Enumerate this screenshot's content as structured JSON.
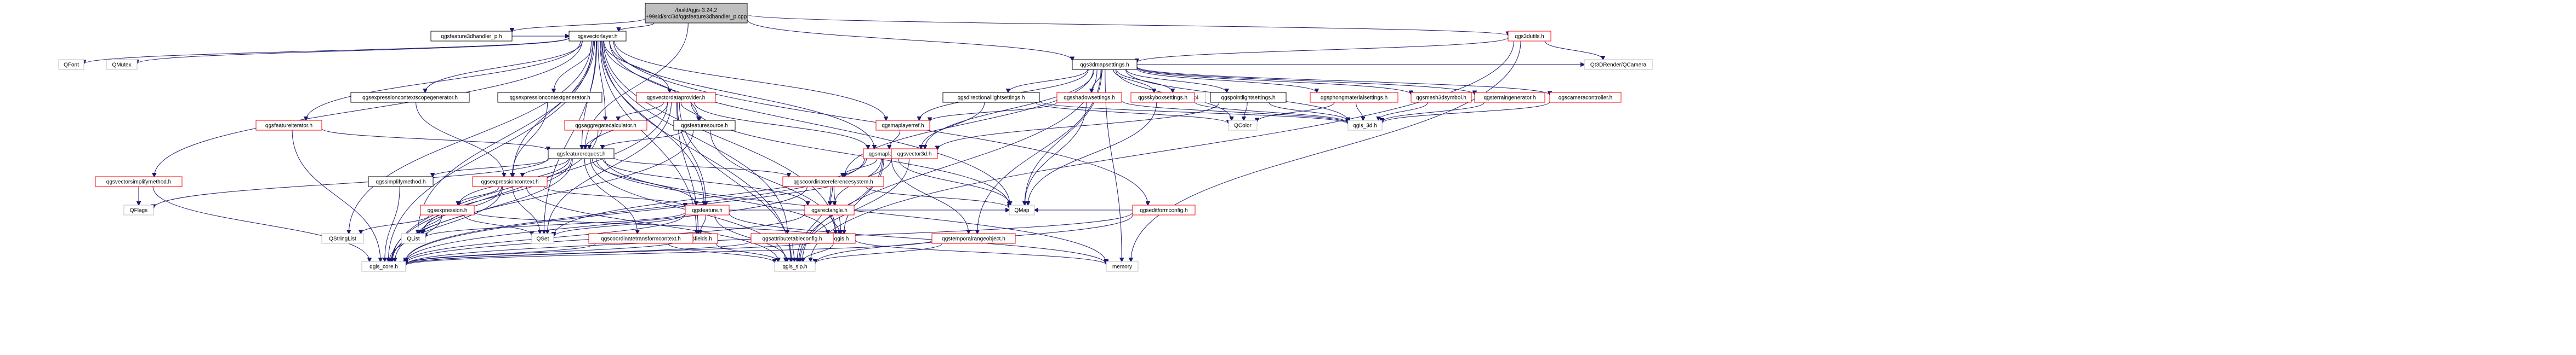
{
  "diagram": {
    "type": "include-dependency-graph",
    "style": {
      "edge_color": "#191970",
      "node_fill": "#ffffff",
      "root_fill": "#bfbfbf",
      "border_black": "#000000",
      "border_red": "#ff0000",
      "border_gray": "#bfbfbf",
      "text_color": "#000000"
    },
    "nodes": [
      {
        "id": "root",
        "lines": [
          "/build/qgis-3.24.2",
          "+99sid/src/3d/qgsfeature3dhandler_p.cpp"
        ],
        "kind": "root"
      },
      {
        "id": "qgsfeature3dhandler_p",
        "lines": [
          "qgsfeature3dhandler_p.h"
        ],
        "kind": "black"
      },
      {
        "id": "qgsvectorlayer",
        "lines": [
          "qgsvectorlayer.h"
        ],
        "kind": "black"
      },
      {
        "id": "qgs3dutils",
        "lines": [
          "qgs3dutils.h"
        ],
        "kind": "red"
      },
      {
        "id": "qgs3dmapsettings",
        "lines": [
          "qgs3dmapsettings.h"
        ],
        "kind": "black"
      },
      {
        "id": "qgsfeaturerequest",
        "lines": [
          "qgsfeaturerequest.h"
        ],
        "kind": "black"
      },
      {
        "id": "qgsvectordataprovider",
        "lines": [
          "qgsvectordataprovider.h"
        ],
        "kind": "red"
      },
      {
        "id": "qt3drender_qcamera",
        "lines": [
          "Qt3DRender/QCamera"
        ],
        "kind": "gray"
      },
      {
        "id": "qlist",
        "lines": [
          "QList"
        ],
        "kind": "gray"
      },
      {
        "id": "qstringlist",
        "lines": [
          "QStringList"
        ],
        "kind": "gray"
      },
      {
        "id": "qset",
        "lines": [
          "QSet"
        ],
        "kind": "gray"
      },
      {
        "id": "qmap",
        "lines": [
          "QMap"
        ],
        "kind": "gray"
      },
      {
        "id": "qflags",
        "lines": [
          "QFlags"
        ],
        "kind": "gray"
      },
      {
        "id": "qfont",
        "lines": [
          "QFont"
        ],
        "kind": "gray"
      },
      {
        "id": "qmutex",
        "lines": [
          "QMutex"
        ],
        "kind": "gray"
      },
      {
        "id": "qcolor",
        "lines": [
          "QColor"
        ],
        "kind": "gray"
      },
      {
        "id": "qmatrix4x4",
        "lines": [
          "QMatrix4x4"
        ],
        "kind": "gray"
      },
      {
        "id": "memory",
        "lines": [
          "memory"
        ],
        "kind": "gray"
      },
      {
        "id": "qgis_core",
        "lines": [
          "qgis_core.h"
        ],
        "kind": "gray"
      },
      {
        "id": "qgis_sip",
        "lines": [
          "qgis_sip.h"
        ],
        "kind": "gray"
      },
      {
        "id": "qgis_3d",
        "lines": [
          "qgis_3d.h"
        ],
        "kind": "gray"
      },
      {
        "id": "qgis",
        "lines": [
          "qgis.h"
        ],
        "kind": "red"
      },
      {
        "id": "qgsfields",
        "lines": [
          "qgsfields.h"
        ],
        "kind": "red"
      },
      {
        "id": "qgsfeature",
        "lines": [
          "qgsfeature.h"
        ],
        "kind": "red"
      },
      {
        "id": "qgsrectangle",
        "lines": [
          "qgsrectangle.h"
        ],
        "kind": "red"
      },
      {
        "id": "qgsexpression",
        "lines": [
          "qgsexpression.h"
        ],
        "kind": "red"
      },
      {
        "id": "qgsexpressioncontext",
        "lines": [
          "qgsexpressioncontext.h"
        ],
        "kind": "red"
      },
      {
        "id": "qgscoordinatetransformcontext",
        "lines": [
          "qgscoordinatetransformcontext.h"
        ],
        "kind": "red"
      },
      {
        "id": "qgscoordinatereferencesystem",
        "lines": [
          "qgscoordinatereferencesystem.h"
        ],
        "kind": "red"
      },
      {
        "id": "qgssimplifymethod",
        "lines": [
          "qgssimplifymethod.h"
        ],
        "kind": "black"
      },
      {
        "id": "qgsexpressioncontextscopegenerator",
        "lines": [
          "qgsexpressioncontextscopegenerator.h"
        ],
        "kind": "black"
      },
      {
        "id": "qgsexpressioncontextgenerator",
        "lines": [
          "qgsexpressioncontextgenerator.h"
        ],
        "kind": "black"
      },
      {
        "id": "qgsaggregatecalculator",
        "lines": [
          "qgsaggregatecalculator.h"
        ],
        "kind": "red"
      },
      {
        "id": "qgsfeaturesource",
        "lines": [
          "qgsfeaturesource.h"
        ],
        "kind": "black"
      },
      {
        "id": "qgsfeatureiterator",
        "lines": [
          "qgsfeatureiterator.h"
        ],
        "kind": "red"
      },
      {
        "id": "qgsvectorsimplifymethod",
        "lines": [
          "qgsvectorsimplifymethod.h"
        ],
        "kind": "red"
      },
      {
        "id": "qgsmaplayer",
        "lines": [
          "qgsmaplayer.h"
        ],
        "kind": "red"
      },
      {
        "id": "qgsmaplayerref",
        "lines": [
          "qgsmaplayerref.h"
        ],
        "kind": "red"
      },
      {
        "id": "qgsattributetableconfig",
        "lines": [
          "qgsattributetableconfig.h"
        ],
        "kind": "red"
      },
      {
        "id": "qgseditformconfig",
        "lines": [
          "qgseditformconfig.h"
        ],
        "kind": "red"
      },
      {
        "id": "qgstemporalrangeobject",
        "lines": [
          "qgstemporalrangeobject.h"
        ],
        "kind": "red"
      },
      {
        "id": "qgsvector3d",
        "lines": [
          "qgsvector3d.h"
        ],
        "kind": "red"
      },
      {
        "id": "qgsdirectionallightsettings",
        "lines": [
          "qgsdirectionallightsettings.h"
        ],
        "kind": "black"
      },
      {
        "id": "qgsshadowsettings",
        "lines": [
          "qgsshadowsettings.h"
        ],
        "kind": "red"
      },
      {
        "id": "qgsskyboxsettings",
        "lines": [
          "qgsskyboxsettings.h"
        ],
        "kind": "red"
      },
      {
        "id": "qgspointlightsettings",
        "lines": [
          "qgspointlightsettings.h"
        ],
        "kind": "black"
      },
      {
        "id": "qgsphongmaterialsettings",
        "lines": [
          "qgsphongmaterialsettings.h"
        ],
        "kind": "red"
      },
      {
        "id": "qgsmesh3dsymbol",
        "lines": [
          "qgsmesh3dsymbol.h"
        ],
        "kind": "red"
      },
      {
        "id": "qgsterraingenerator",
        "lines": [
          "qgsterraingenerator.h"
        ],
        "kind": "red"
      },
      {
        "id": "qgscameracontroller",
        "lines": [
          "qgscameracontroller.h"
        ],
        "kind": "red"
      }
    ],
    "edges": [
      [
        "root",
        "qgsfeature3dhandler_p"
      ],
      [
        "root",
        "qgsvectorlayer"
      ],
      [
        "root",
        "qgs3dutils"
      ],
      [
        "root",
        "qgs3dmapsettings"
      ],
      [
        "root",
        "qgsfeaturerequest"
      ],
      [
        "qgsfeature3dhandler_p",
        "qgsvectorlayer"
      ],
      [
        "qgs3dutils",
        "qgs3dmapsettings"
      ],
      [
        "qgs3dutils",
        "qt3drender_qcamera"
      ],
      [
        "qgs3dutils",
        "qgis_sip"
      ],
      [
        "qgs3dutils",
        "memory"
      ],
      [
        "qgsvectorlayer",
        "qgis_core"
      ],
      [
        "qgsvectorlayer",
        "qgis_sip"
      ],
      [
        "qgsvectorlayer",
        "qfont"
      ],
      [
        "qgsvectorlayer",
        "qmutex"
      ],
      [
        "qgsvectorlayer",
        "qgsvectorsimplifymethod"
      ],
      [
        "qgsvectorlayer",
        "qgsexpressioncontextscopegenerator"
      ],
      [
        "qgsvectorlayer",
        "qgsexpressioncontextgenerator"
      ],
      [
        "qgsvectorlayer",
        "qgsvectordataprovider"
      ],
      [
        "qgsvectorlayer",
        "qgsfeatureiterator"
      ],
      [
        "qgsvectorlayer",
        "qgsfeaturesource"
      ],
      [
        "qgsvectorlayer",
        "qgsaggregatecalculator"
      ],
      [
        "qgsvectorlayer",
        "qgsfeaturerequest"
      ],
      [
        "qgsvectorlayer",
        "qgsexpressioncontext"
      ],
      [
        "qgsvectorlayer",
        "qgsmaplayer"
      ],
      [
        "qgsvectorlayer",
        "qgsfeature"
      ],
      [
        "qgsvectorlayer",
        "qgsfields"
      ],
      [
        "qgsvectorlayer",
        "qgsattributetableconfig"
      ],
      [
        "qgsvectorlayer",
        "qgseditformconfig"
      ],
      [
        "qgsvectorlayer",
        "qmap"
      ],
      [
        "qgsvectorlayer",
        "qset"
      ],
      [
        "qgsvectorlayer",
        "qlist"
      ],
      [
        "qgsvectorlayer",
        "qstringlist"
      ],
      [
        "qgsvectorlayer",
        "qgis"
      ],
      [
        "qgsvectorlayer",
        "qgsmaplayerref"
      ],
      [
        "qgsvectordataprovider",
        "qgis_core"
      ],
      [
        "qgsvectordataprovider",
        "qset"
      ],
      [
        "qgsvectordataprovider",
        "qmap"
      ],
      [
        "qgsvectordataprovider",
        "qgsfeaturesource"
      ],
      [
        "qgsvectordataprovider",
        "qgsaggregatecalculator"
      ],
      [
        "qgsvectordataprovider",
        "qgsfeaturerequest"
      ],
      [
        "qgsvectordataprovider",
        "qgsfeature"
      ],
      [
        "qgsvectordataprovider",
        "qgsfields"
      ],
      [
        "qgsvectordataprovider",
        "qgis_sip"
      ],
      [
        "qgsvectordataprovider",
        "qgsmaplayer"
      ],
      [
        "qgsfeatureiterator",
        "qgsfeaturerequest"
      ],
      [
        "qgsfeatureiterator",
        "qgis_core"
      ],
      [
        "qgsfeaturesource",
        "qgis_core"
      ],
      [
        "qgsfeaturesource",
        "qgsfeaturerequest"
      ],
      [
        "qgsfeaturesource",
        "qgis"
      ],
      [
        "qgsaggregatecalculator",
        "qgsfeaturerequest"
      ],
      [
        "qgsaggregatecalculator",
        "qgis_core"
      ],
      [
        "qgsexpressioncontextscopegenerator",
        "qgsexpressioncontext"
      ],
      [
        "qgsexpressioncontextgenerator",
        "qgsexpressioncontext"
      ],
      [
        "qgsvectorsimplifymethod",
        "qflags"
      ],
      [
        "qgsvectorsimplifymethod",
        "qgis_core"
      ],
      [
        "qgsfeaturerequest",
        "qgis_core"
      ],
      [
        "qgsfeaturerequest",
        "qgis_sip"
      ],
      [
        "qgsfeaturerequest",
        "qflags"
      ],
      [
        "qgsfeaturerequest",
        "qlist"
      ],
      [
        "qgsfeaturerequest",
        "memory"
      ],
      [
        "qgsfeaturerequest",
        "qgsfeature"
      ],
      [
        "qgsfeaturerequest",
        "qgsrectangle"
      ],
      [
        "qgsfeaturerequest",
        "qgsexpression"
      ],
      [
        "qgsfeaturerequest",
        "qgsexpressioncontext"
      ],
      [
        "qgsfeaturerequest",
        "qgssimplifymethod"
      ],
      [
        "qgsfeaturerequest",
        "qgscoordinatetransformcontext"
      ],
      [
        "qgsfeaturerequest",
        "qgscoordinatereferencesystem"
      ],
      [
        "qgsfeaturerequest",
        "qgis"
      ],
      [
        "qgssimplifymethod",
        "qgis_core"
      ],
      [
        "qgsexpressioncontext",
        "qgis_core"
      ],
      [
        "qgsexpressioncontext",
        "qgsexpression"
      ],
      [
        "qgsexpressioncontext",
        "qgsfeature"
      ],
      [
        "qgsexpressioncontext",
        "qset"
      ],
      [
        "qgsexpressioncontext",
        "qlist"
      ],
      [
        "qgsexpressioncontext",
        "qgis_sip"
      ],
      [
        "qgsexpression",
        "qgis_core"
      ],
      [
        "qgsexpression",
        "qset"
      ],
      [
        "qgsexpression",
        "qlist"
      ],
      [
        "qgsexpression",
        "qstringlist"
      ],
      [
        "qgsexpression",
        "qgis"
      ],
      [
        "qgsfeature",
        "qgis_core"
      ],
      [
        "qgsfeature",
        "qgis_sip"
      ],
      [
        "qgsfeature",
        "qmap"
      ],
      [
        "qgsfeature",
        "qset"
      ],
      [
        "qgsfeature",
        "qlist"
      ],
      [
        "qgsfeature",
        "qgsfields"
      ],
      [
        "qgsfeature",
        "memory"
      ],
      [
        "qgsfields",
        "qgis_core"
      ],
      [
        "qgsfields",
        "qgis_sip"
      ],
      [
        "qgsrectangle",
        "qgis_core"
      ],
      [
        "qgsrectangle",
        "qgis"
      ],
      [
        "qgscoordinatetransformcontext",
        "qgis_core"
      ],
      [
        "qgscoordinatetransformcontext",
        "qgis_sip"
      ],
      [
        "qgscoordinatereferencesystem",
        "qgis_core"
      ],
      [
        "qgscoordinatereferencesystem",
        "qgis_sip"
      ],
      [
        "qgscoordinatereferencesystem",
        "qgis"
      ],
      [
        "qgscoordinatereferencesystem",
        "qgsrectangle"
      ],
      [
        "qgscoordinatereferencesystem",
        "qmap"
      ],
      [
        "qgis",
        "qgis_core"
      ],
      [
        "qgis",
        "qgis_sip"
      ],
      [
        "qgis",
        "memory"
      ],
      [
        "qgsattributetableconfig",
        "qgis_core"
      ],
      [
        "qgsattributetableconfig",
        "qgis_sip"
      ],
      [
        "qgseditformconfig",
        "qgis_core"
      ],
      [
        "qgseditformconfig",
        "qmap"
      ],
      [
        "qgseditformconfig",
        "qgis_sip"
      ],
      [
        "qgsmaplayer",
        "qgis_core"
      ],
      [
        "qgsmaplayer",
        "qgis_sip"
      ],
      [
        "qgsmaplayer",
        "qset"
      ],
      [
        "qgsmaplayer",
        "qgis"
      ],
      [
        "qgsmaplayer",
        "qgsrectangle"
      ],
      [
        "qgsmaplayer",
        "qgscoordinatereferencesystem"
      ],
      [
        "qgsmaplayer",
        "qmap"
      ],
      [
        "qgsmaplayer",
        "qgstemporalrangeobject"
      ],
      [
        "qgsmaplayerref",
        "qgsmaplayer"
      ],
      [
        "qgstemporalrangeobject",
        "qgis_core"
      ],
      [
        "qgstemporalrangeobject",
        "qgis_sip"
      ],
      [
        "qgs3dmapsettings",
        "qgis_3d"
      ],
      [
        "qgs3dmapsettings",
        "qmap"
      ],
      [
        "qgs3dmapsettings",
        "qcolor"
      ],
      [
        "qgs3dmapsettings",
        "qmatrix4x4"
      ],
      [
        "qgs3dmapsettings",
        "memory"
      ],
      [
        "qgs3dmapsettings",
        "qgscoordinatereferencesystem"
      ],
      [
        "qgs3dmapsettings",
        "qgsmaplayerref"
      ],
      [
        "qgs3dmapsettings",
        "qgsmesh3dsymbol"
      ],
      [
        "qgs3dmapsettings",
        "qgsphongmaterialsettings"
      ],
      [
        "qgs3dmapsettings",
        "qgspointlightsettings"
      ],
      [
        "qgs3dmapsettings",
        "qgsdirectionallightsettings"
      ],
      [
        "qgs3dmapsettings",
        "qgsterraingenerator"
      ],
      [
        "qgs3dmapsettings",
        "qgsvector3d"
      ],
      [
        "qgs3dmapsettings",
        "qgsskyboxsettings"
      ],
      [
        "qgs3dmapsettings",
        "qgsshadowsettings"
      ],
      [
        "qgs3dmapsettings",
        "qgscameracontroller"
      ],
      [
        "qgs3dmapsettings",
        "qgstemporalrangeobject"
      ],
      [
        "qgs3dmapsettings",
        "qt3drender_qcamera"
      ],
      [
        "qgs3dmapsettings",
        "qgis_sip"
      ],
      [
        "qgsvector3d",
        "qgis_core"
      ],
      [
        "qgsvector3d",
        "qgis_sip"
      ],
      [
        "qgsdirectionallightsettings",
        "qgis_3d"
      ],
      [
        "qgsdirectionallightsettings",
        "qcolor"
      ],
      [
        "qgsdirectionallightsettings",
        "qgsvector3d"
      ],
      [
        "qgsshadowsettings",
        "qgis_3d"
      ],
      [
        "qgsshadowsettings",
        "qgsmaplayerref"
      ],
      [
        "qgsshadowsettings",
        "qmap"
      ],
      [
        "qgsskyboxsettings",
        "qgis_3d"
      ],
      [
        "qgsskyboxsettings",
        "qmap"
      ],
      [
        "qgspointlightsettings",
        "qgis_3d"
      ],
      [
        "qgspointlightsettings",
        "qcolor"
      ],
      [
        "qgspointlightsettings",
        "qgsvector3d"
      ],
      [
        "qgsphongmaterialsettings",
        "qgis_3d"
      ],
      [
        "qgsphongmaterialsettings",
        "qcolor"
      ],
      [
        "qgsmesh3dsymbol",
        "qgis_3d"
      ],
      [
        "qgsterraingenerator",
        "qgis_3d"
      ],
      [
        "qgscameracontroller",
        "qgis_3d"
      ]
    ]
  }
}
